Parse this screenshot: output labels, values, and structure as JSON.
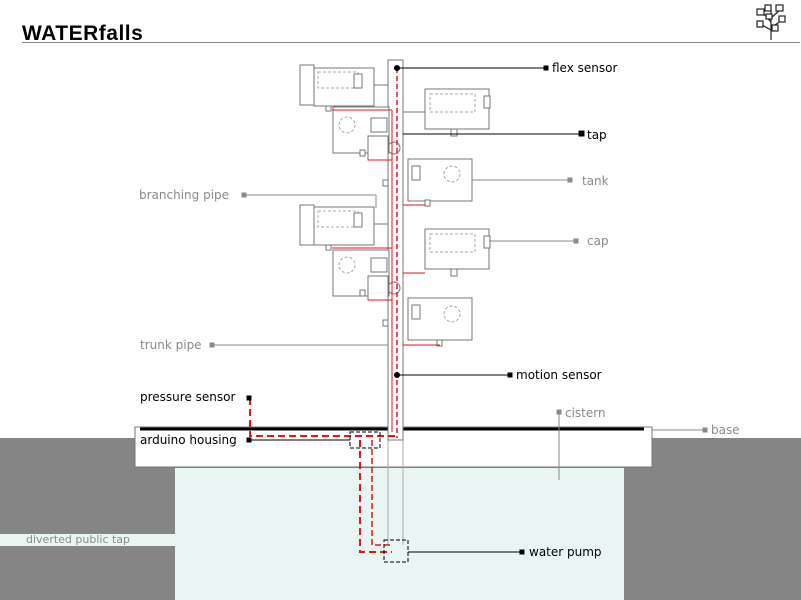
{
  "title": "WATERfalls",
  "colors": {
    "ground": "#858585",
    "cistern_water": "#e9f5f3",
    "wiring": "#e3161d",
    "outline": "#555555",
    "label_dark": "#000000",
    "label_grey": "#8a8a8a"
  },
  "labels": {
    "flex_sensor": "flex sensor",
    "tap": "tap",
    "tank": "tank",
    "cap": "cap",
    "branching_pipe": "branching pipe",
    "trunk_pipe": "trunk pipe",
    "motion_sensor": "motion sensor",
    "pressure_sensor": "pressure sensor",
    "cistern": "cistern",
    "base": "base",
    "arduino_housing": "arduino housing",
    "diverted_public_tap": "diverted public tap",
    "water_pump": "water pump"
  },
  "icons": {
    "logo": "tree-icon"
  }
}
